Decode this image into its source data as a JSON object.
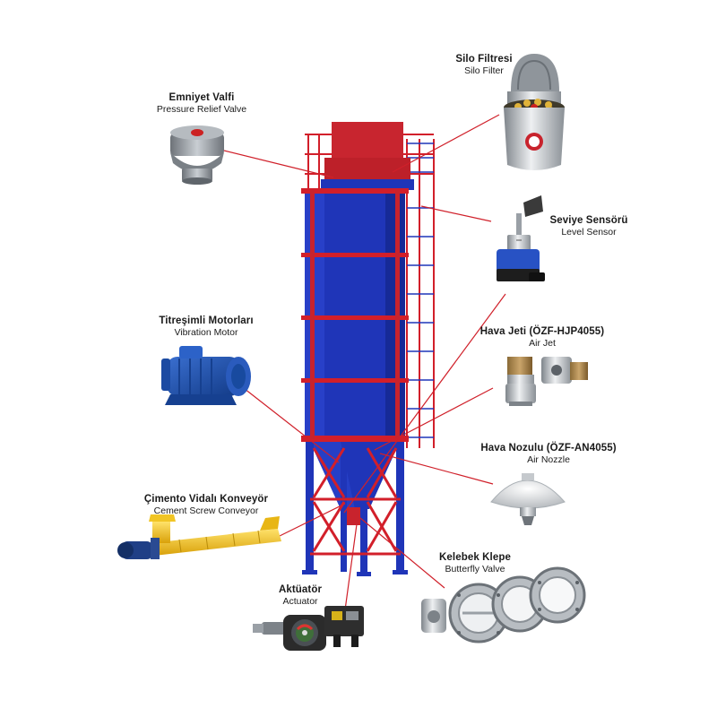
{
  "components": [
    {
      "id": "pressure_relief_valve",
      "tr": "Emniyet Valfi",
      "en": "Pressure Relief Valve"
    },
    {
      "id": "silo_filter",
      "tr": "Silo Filtresi",
      "en": "Silo Filter"
    },
    {
      "id": "level_sensor",
      "tr": "Seviye Sensörü",
      "en": "Level Sensor"
    },
    {
      "id": "vibration_motor",
      "tr": "Titreşimli Motorları",
      "en": "Vibration Motor"
    },
    {
      "id": "air_jet",
      "tr": "Hava Jeti (ÖZF-HJP4055)",
      "en": "Air Jet"
    },
    {
      "id": "air_nozzle",
      "tr": "Hava Nozulu (ÖZF-AN4055)",
      "en": "Air Nozzle"
    },
    {
      "id": "cement_screw_conveyor",
      "tr": "Çimento Vidalı Konveyör",
      "en": "Cement Screw Conveyor"
    },
    {
      "id": "butterfly_valve",
      "tr": "Kelebek Klepe",
      "en": "Butterfly Valve"
    },
    {
      "id": "actuator",
      "tr": "Aktüatör",
      "en": "Actuator"
    }
  ],
  "colors": {
    "silo_body": "#1f35b8",
    "silo_frame": "#d21f2a",
    "callout_line": "#d0202a",
    "equipment_gray": "#9aa0a6",
    "motor_blue": "#1e4fa8",
    "conveyor_yellow": "#f3c21a"
  }
}
